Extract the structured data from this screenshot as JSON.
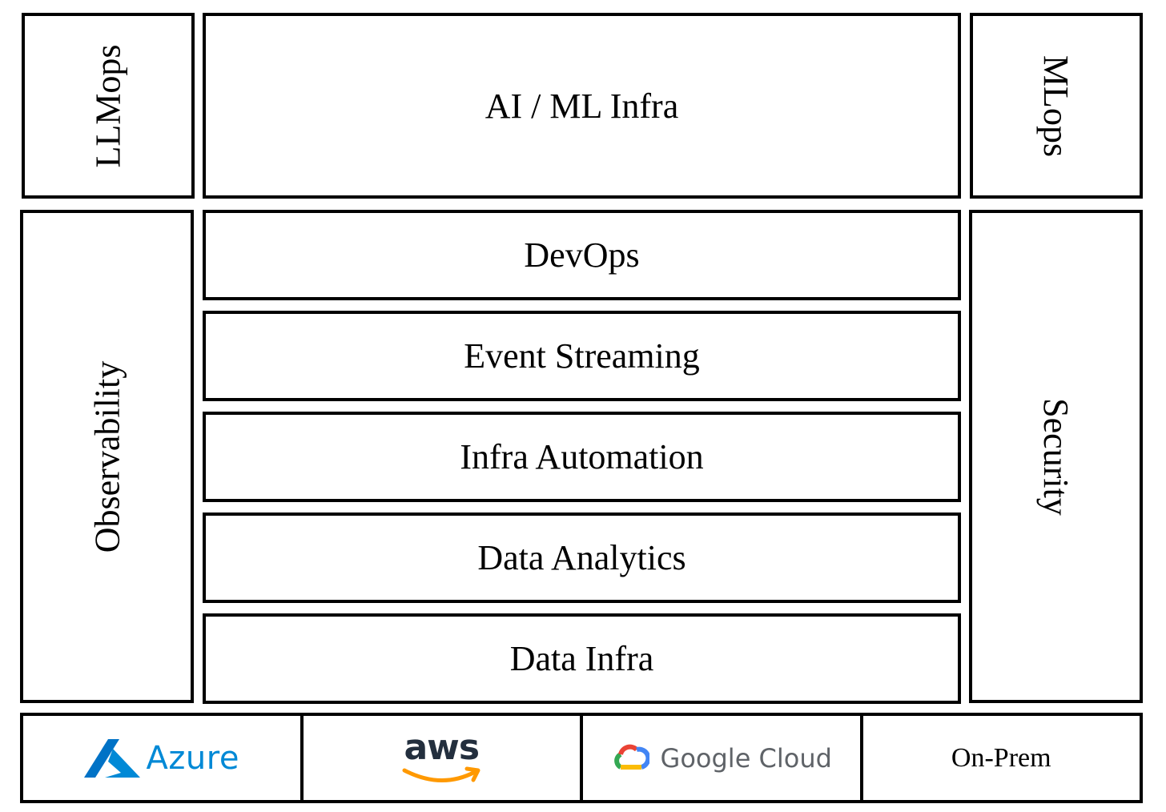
{
  "top_row": {
    "left": "LLMops",
    "center": "AI / ML Infra",
    "right": "MLops"
  },
  "sides": {
    "left": "Observability",
    "right": "Security"
  },
  "layers": [
    "DevOps",
    "Event Streaming",
    "Infra Automation",
    "Data Analytics",
    "Data Infra"
  ],
  "platforms": {
    "azure": {
      "label": "Azure",
      "icon": "azure-logo-icon",
      "color": "#0089D6"
    },
    "aws": {
      "label": "aws",
      "icon": "aws-smile-icon",
      "color": "#FF9900"
    },
    "google": {
      "label": "Google Cloud",
      "icon": "google-cloud-logo-icon",
      "colors": [
        "#EA4335",
        "#4285F4",
        "#34A853",
        "#FBBC05"
      ]
    },
    "onprem": {
      "label": "On-Prem"
    }
  }
}
